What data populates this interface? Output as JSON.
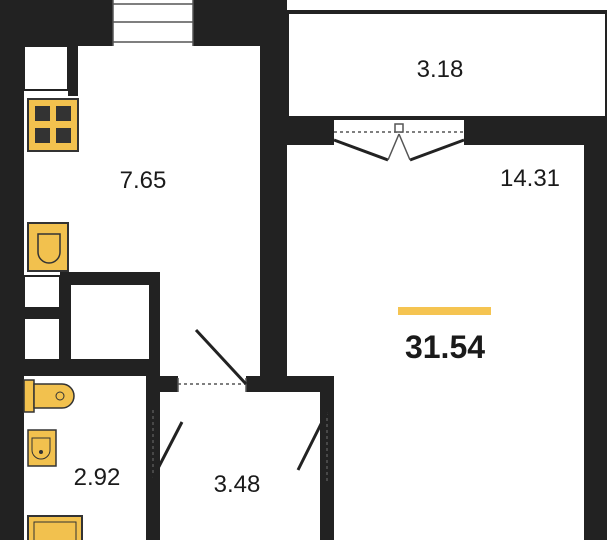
{
  "plan": {
    "total_area": "31.54",
    "rooms": {
      "balcony": "3.18",
      "kitchen": "7.65",
      "living_room": "14.31",
      "bathroom": "2.92",
      "hallway": "3.48"
    }
  },
  "colors": {
    "wall": "#222222",
    "fixture_fill": "#f2c14e",
    "fixture_stroke": "#333333",
    "accent_bar": "#f5c451",
    "background": "#ffffff"
  }
}
